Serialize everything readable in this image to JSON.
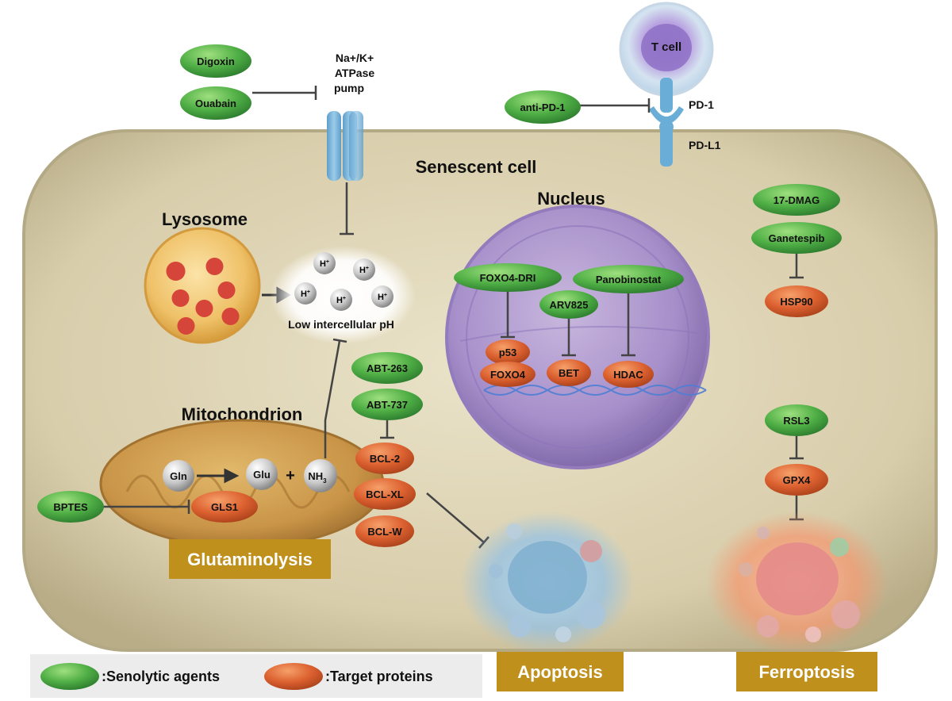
{
  "title": "Senescent cell",
  "organelles": {
    "lysosome": "Lysosome",
    "nucleus": "Nucleus",
    "mitochondrion": "Mitochondrion"
  },
  "pump": {
    "line1": "Na+/K+",
    "line2": "ATPase",
    "line3": "pump"
  },
  "tcell": {
    "label": "T cell",
    "pd1": "PD-1",
    "pdl1": "PD-L1"
  },
  "ph": {
    "ion": "H",
    "ion_sup": "+",
    "label": "Low intercellular pH"
  },
  "metabolites": {
    "gln": "Gln",
    "glu": "Glu",
    "plus": "+",
    "nh3": "NH",
    "nh3_sub": "3"
  },
  "agents": {
    "digoxin": "Digoxin",
    "ouabain": "Ouabain",
    "anti_pd1": "anti-PD-1",
    "dmag": "17-DMAG",
    "ganetespib": "Ganetespib",
    "foxo4dri": "FOXO4-DRI",
    "panobinostat": "Panobinostat",
    "arv825": "ARV825",
    "abt263": "ABT-263",
    "abt737": "ABT-737",
    "bptes": "BPTES",
    "rsl3": "RSL3"
  },
  "targets": {
    "hsp90": "HSP90",
    "p53": "p53",
    "foxo4": "FOXO4",
    "bet": "BET",
    "hdac": "HDAC",
    "bcl2": "BCL-2",
    "bclxl": "BCL-XL",
    "bclw": "BCL-W",
    "gls1": "GLS1",
    "gpx4": "GPX4"
  },
  "processes": {
    "glutaminolysis": "Glutaminolysis",
    "apoptosis": "Apoptosis",
    "ferroptosis": "Ferroptosis"
  },
  "legend": {
    "senolytic": ":Senolytic agents",
    "target": ":Target proteins"
  },
  "colors": {
    "cell_fill": "#d9cfae",
    "cell_stroke": "#b4a985",
    "agent_green": "#3f9a3f",
    "target_orange": "#d45a28",
    "process_box": "#c0901c",
    "nucleus": "#9c86c4",
    "apoptosis_glow": "#8fc0e8",
    "ferroptosis_glow": "#f3a27c"
  }
}
